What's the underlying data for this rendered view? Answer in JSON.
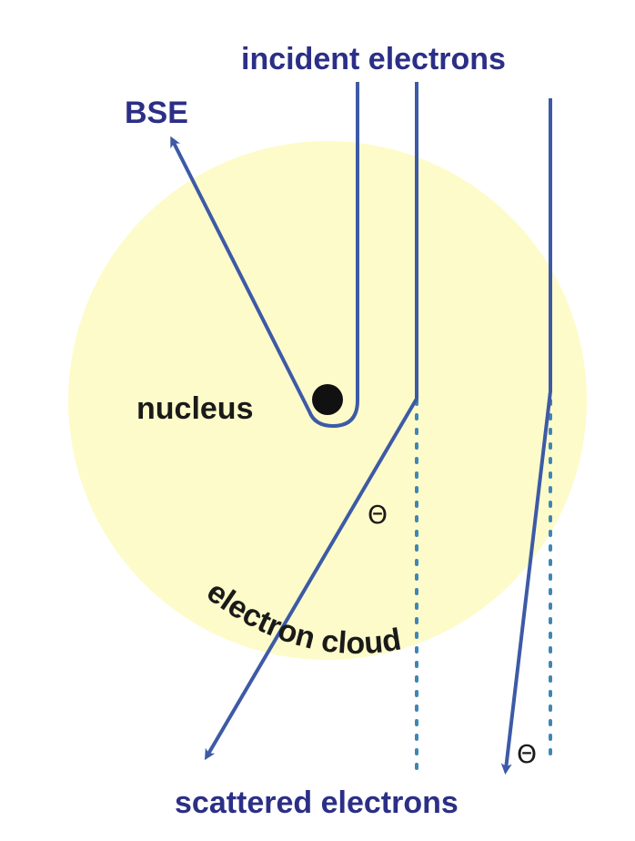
{
  "diagram": {
    "labels": {
      "incident": "incident electrons",
      "bse": "BSE",
      "nucleus": "nucleus",
      "cloud": "electron cloud",
      "scattered": "scattered electrons",
      "theta": "Θ"
    },
    "colors": {
      "path": "#3d5aa6",
      "text_blue": "#2b2f86",
      "text_dark": "#1a1a1a",
      "cloud": "#fdfbc9",
      "nucleus": "#111111",
      "dotted": "#3f86b4"
    }
  }
}
